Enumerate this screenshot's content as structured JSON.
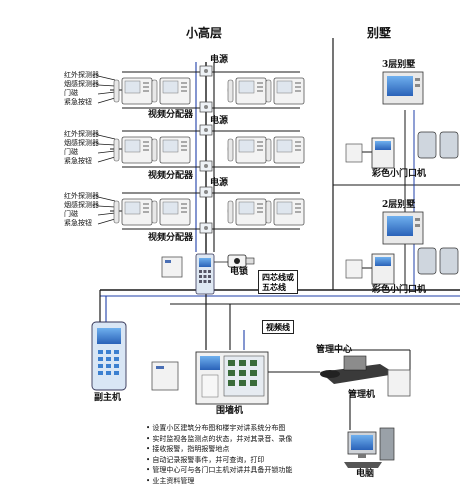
{
  "header": {
    "left_title": "小高层",
    "right_title": "别墅"
  },
  "floors": [
    {
      "sensors": [
        "红外探测器",
        "烟感探测器",
        "门磁",
        "紧急按钮"
      ],
      "power_label": "电源",
      "splitter_label": "视频分配器"
    },
    {
      "sensors": [
        "红外探测器",
        "烟感探测器",
        "门磁",
        "紧急按钮"
      ],
      "power_label": "电源",
      "splitter_label": "视频分配器"
    },
    {
      "sensors": [
        "红外探测器",
        "烟感探测器",
        "门磁",
        "紧急按钮"
      ],
      "power_label": "电源",
      "splitter_label": "视频分配器"
    }
  ],
  "lock_label": "电锁",
  "wire_label": {
    "line1": "四芯线或",
    "line2": "五芯线"
  },
  "video_wire_label": "视频线",
  "villa": {
    "top_label": "3层别墅",
    "top_gate": "彩色小门口机",
    "bottom_label": "2层别墅",
    "bottom_gate": "彩色小门口机"
  },
  "sub_host_label": "副主机",
  "wall_unit_label": "围墙机",
  "mgmt": {
    "center_label": "管理中心",
    "machine_label": "管理机",
    "pc_label": "电脑"
  },
  "features": [
    "设置小区建筑分布图和楼宇对讲系统分布图",
    "实时监视各监测点的状态，并对其录音、录像",
    "接收报警，指明报警地点",
    "自动记录报警事件，并可查询，打印",
    "管理中心可与各门口主机对讲并具备开锁功能",
    "业主资料管理"
  ],
  "colors": {
    "line": "#1a1a1a",
    "blue_line": "#1f3fa8",
    "monitor_screen": "#3b7fd0"
  }
}
